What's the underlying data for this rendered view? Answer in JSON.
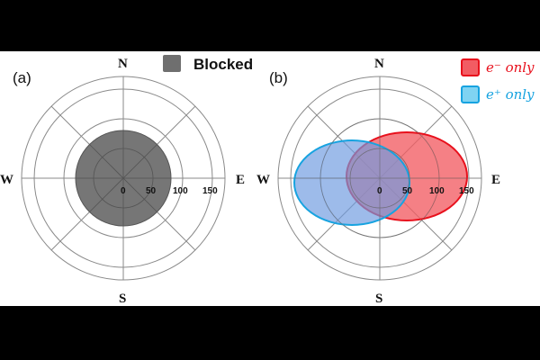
{
  "colors": {
    "blocked_fill": "#6f6f6f",
    "blocked_stroke": "#555555",
    "electron_fill": "#f25c63",
    "electron_stroke": "#e8101c",
    "positron_fill": "#6f9be0",
    "positron_stroke": "#17a3e0",
    "grid": "#8a8a8a"
  },
  "panel_a": {
    "label": "(a)",
    "compass": {
      "north": "N",
      "south": "S",
      "east": "E",
      "west": "W"
    },
    "ticks": [
      "0",
      "50",
      "100",
      "150"
    ],
    "legend": {
      "blocked_label": "Blocked"
    }
  },
  "panel_b": {
    "label": "(b)",
    "compass": {
      "north": "N",
      "south": "S",
      "east": "E",
      "west": "W"
    },
    "ticks": [
      "0",
      "50",
      "100",
      "150"
    ],
    "legend": {
      "electron_label": "e⁻ only",
      "positron_label": "e⁺ only"
    }
  }
}
